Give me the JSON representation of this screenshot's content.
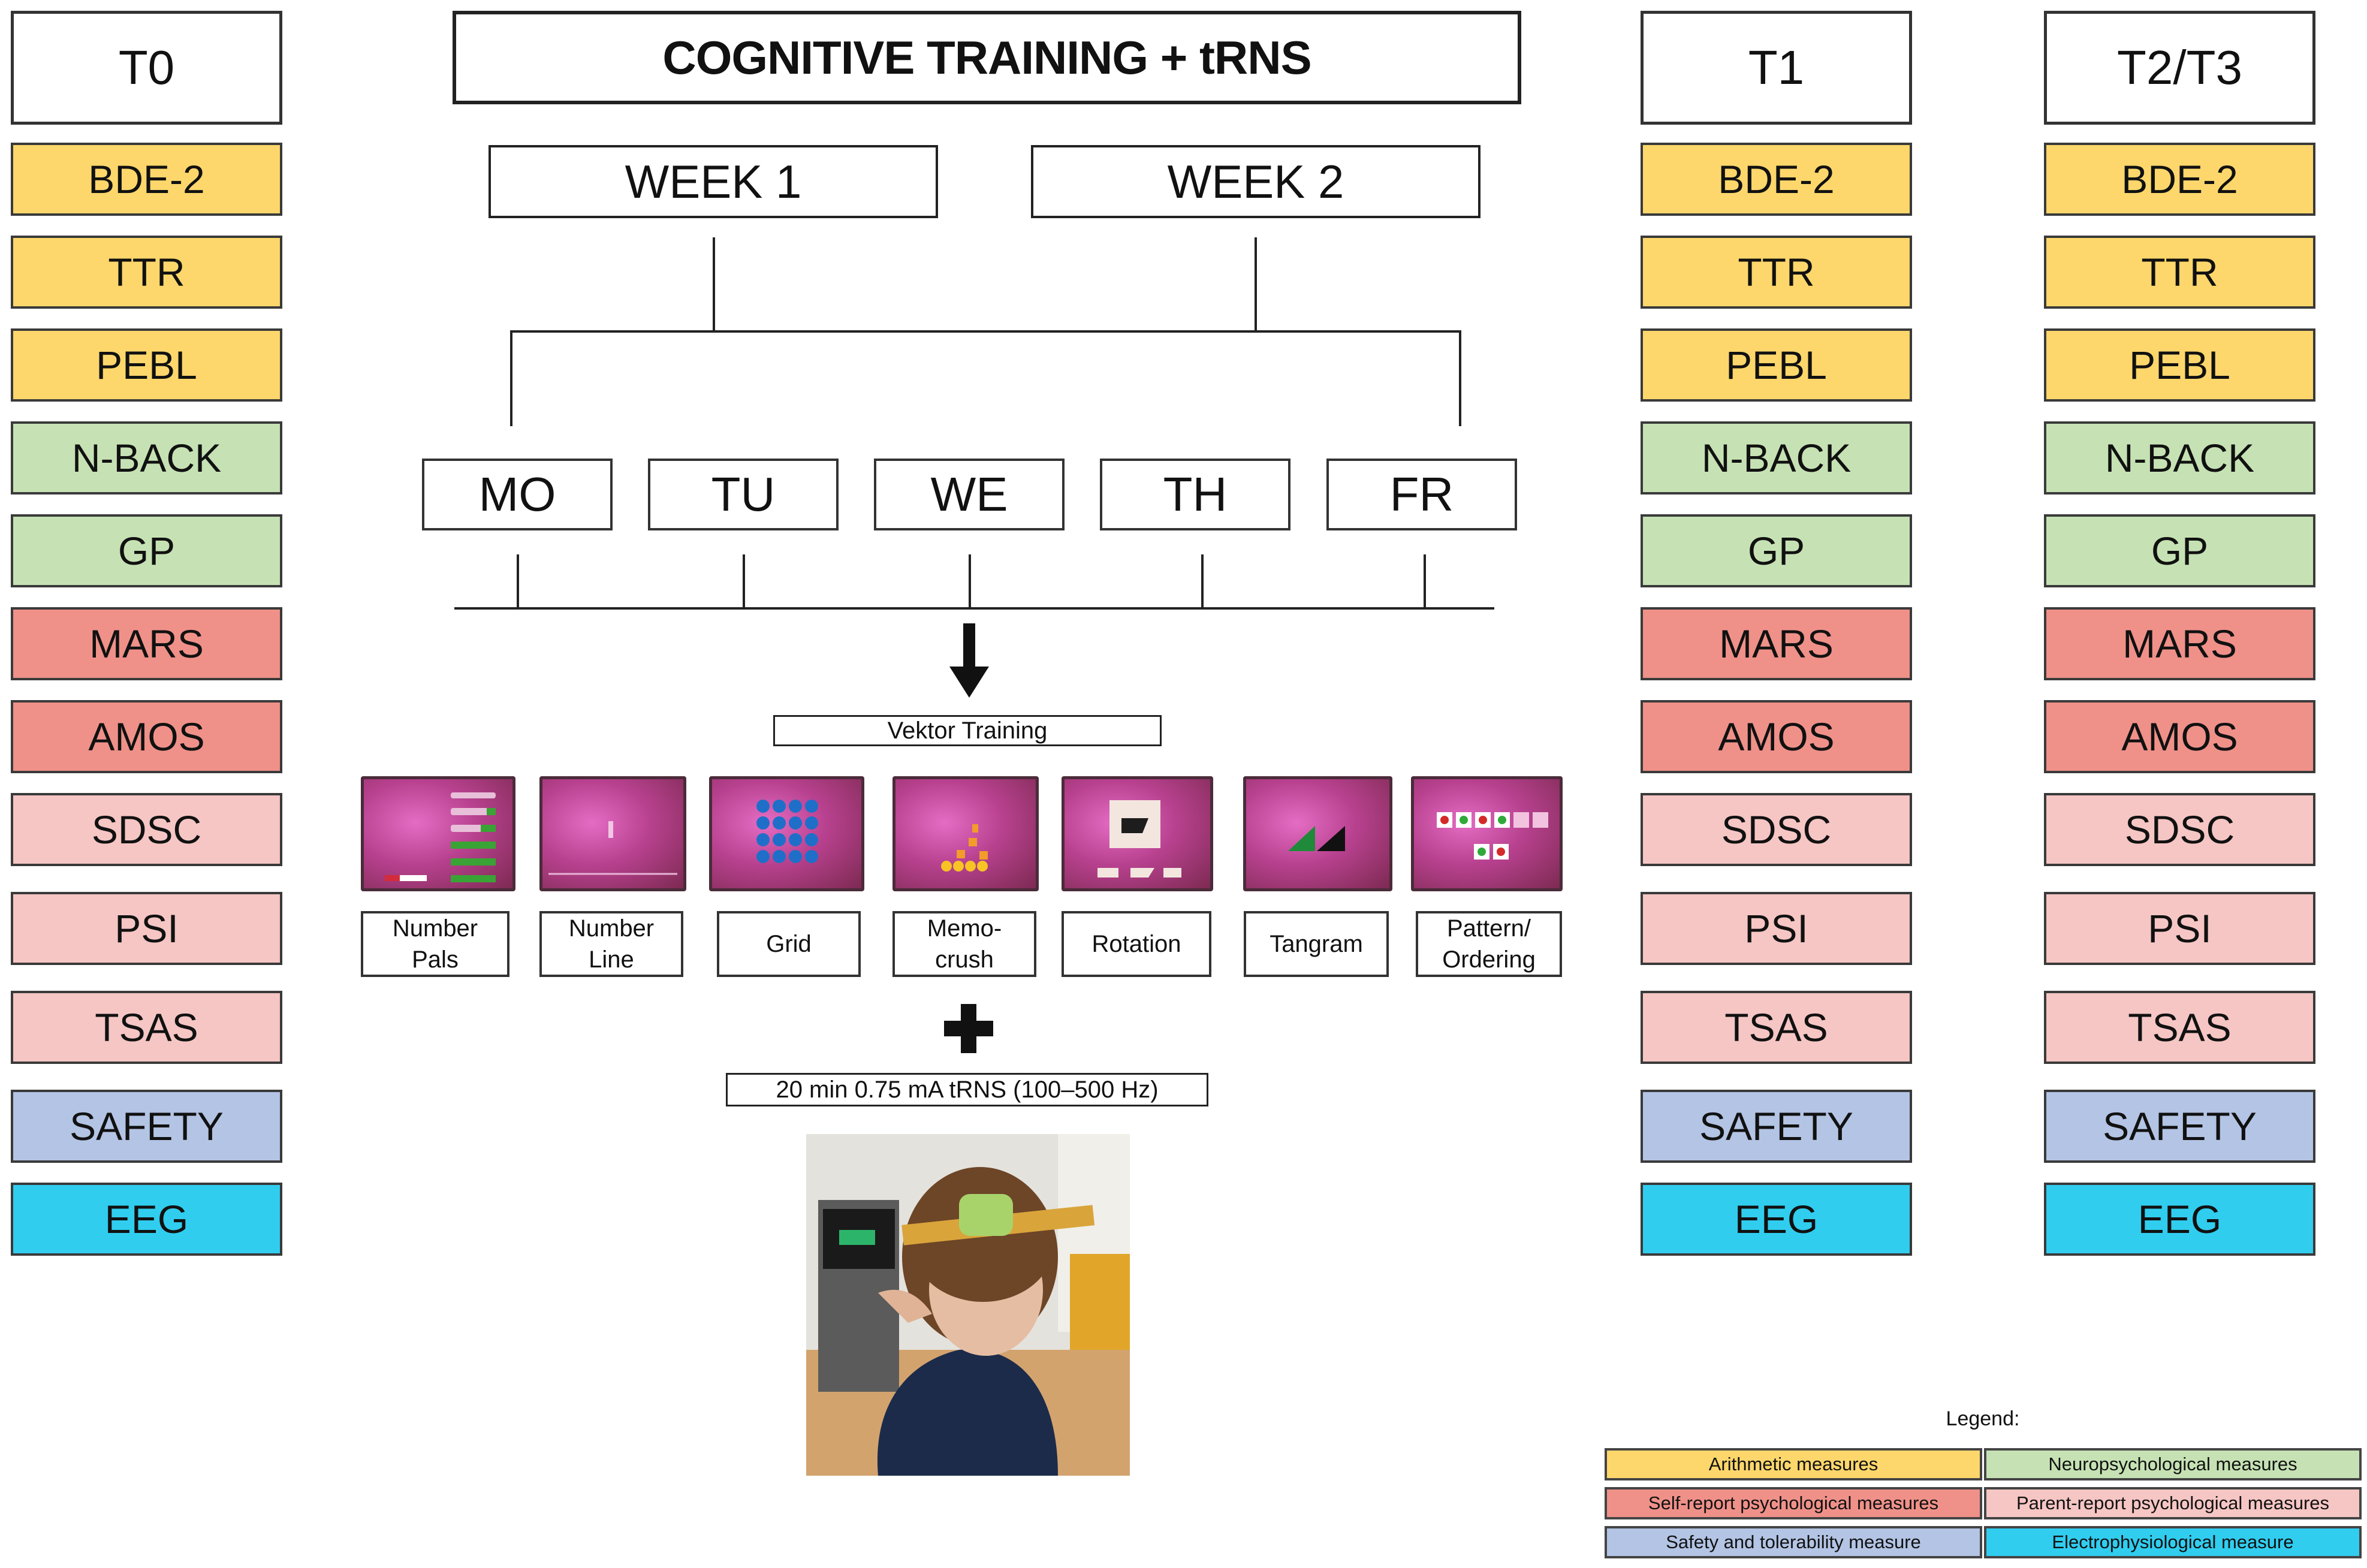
{
  "title": "COGNITIVE TRAINING + tRNS",
  "weeks": [
    "WEEK 1",
    "WEEK 2"
  ],
  "days": [
    "MO",
    "TU",
    "WE",
    "TH",
    "FR"
  ],
  "vektor_label": "Vektor Training",
  "games": [
    "Number\nPals",
    "Number\nLine",
    "Grid",
    "Memo-\ncrush",
    "Rotation",
    "Tangram",
    "Pattern/\nOrdering"
  ],
  "stim_label": "20 min 0.75 mA tRNS (100–500 Hz)",
  "timepoints": {
    "t0": "T0",
    "t1": "T1",
    "t23": "T2/T3"
  },
  "measures": [
    "BDE-2",
    "TTR",
    "PEBL",
    "N-BACK",
    "GP",
    "MARS",
    "AMOS",
    "SDSC",
    "PSI",
    "TSAS",
    "SAFETY",
    "EEG"
  ],
  "measure_colors": [
    "#fdd76b",
    "#fdd76b",
    "#fdd76b",
    "#c6e2b4",
    "#c6e2b4",
    "#ef9189",
    "#ef9189",
    "#f5c6c4",
    "#f5c6c4",
    "#f5c6c4",
    "#b3c4e4",
    "#30cdef"
  ],
  "legend": {
    "title": "Legend:",
    "items": [
      {
        "label": "Arithmetic measures",
        "color": "#fdd76b"
      },
      {
        "label": "Neuropsychological measures",
        "color": "#c6e2b4"
      },
      {
        "label": "Self-report psychological measures",
        "color": "#ef9189"
      },
      {
        "label": "Parent-report psychological measures",
        "color": "#f5c6c4"
      },
      {
        "label": "Safety and tolerability measure",
        "color": "#b3c4e4"
      },
      {
        "label": "Electrophysiological measure",
        "color": "#30cdef"
      }
    ]
  }
}
